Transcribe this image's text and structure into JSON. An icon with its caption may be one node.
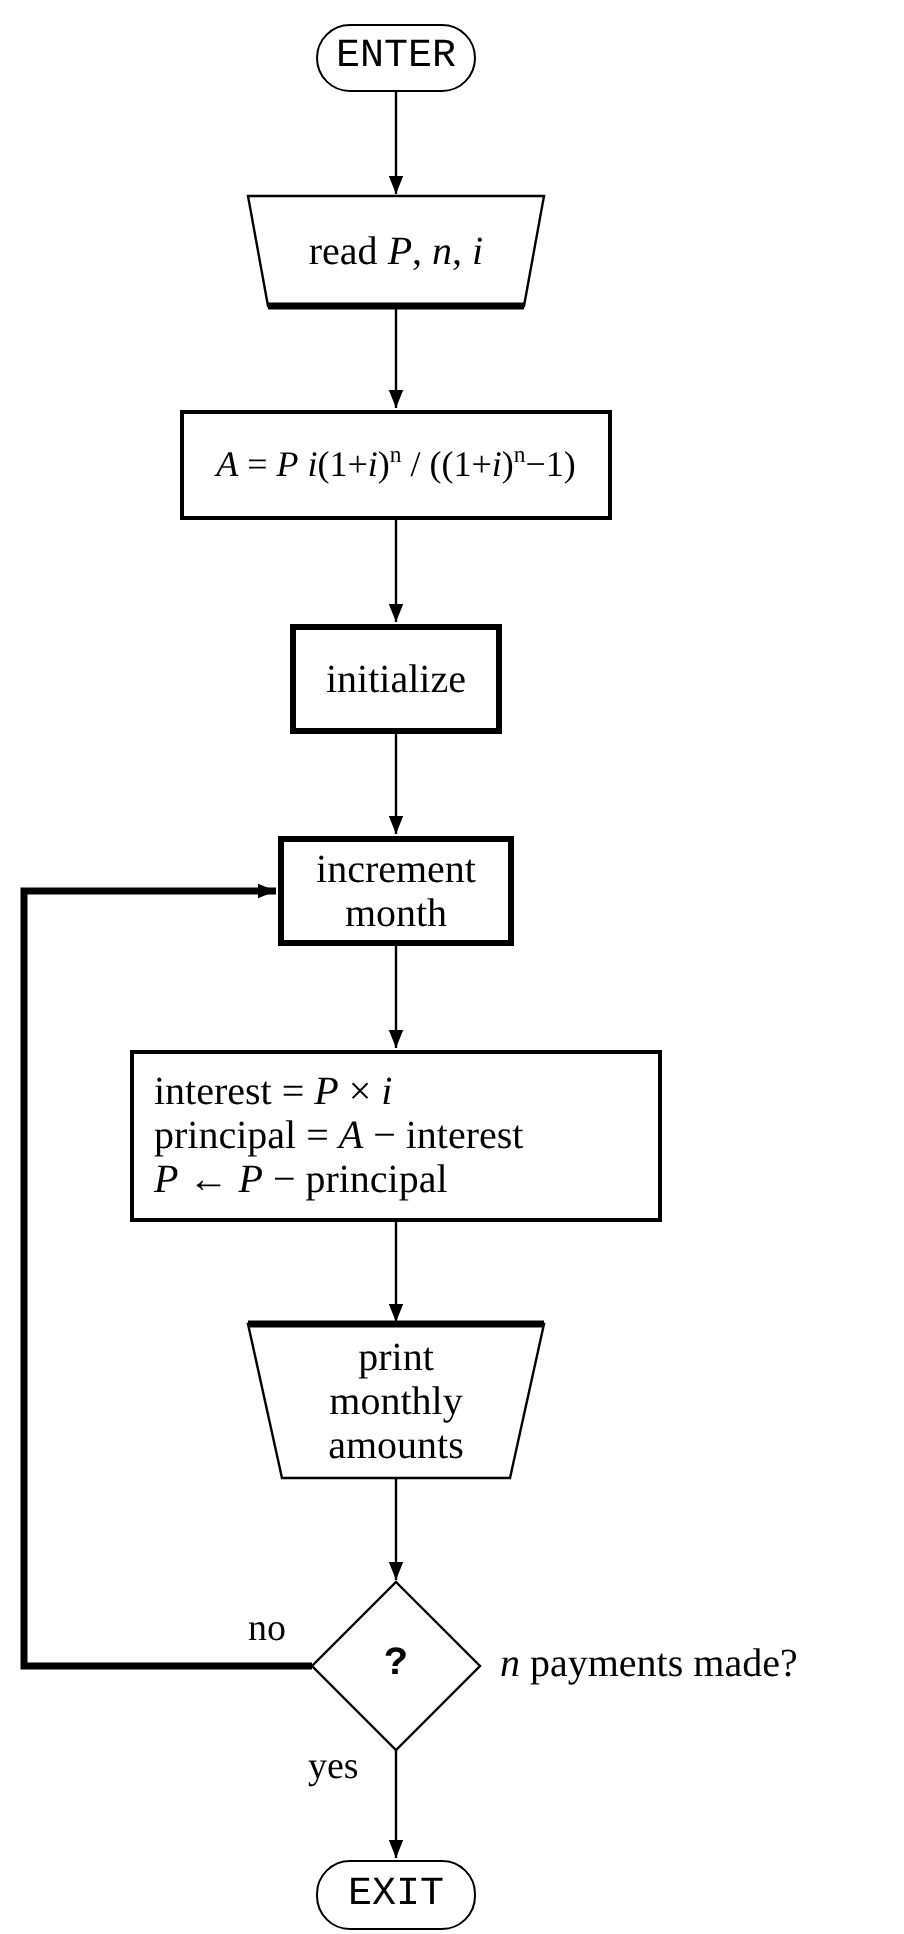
{
  "diagram": {
    "nodes": [
      {
        "text": [
          "ENTER"
        ]
      },
      {
        "text": [
          "read *P*, *n*, *i*"
        ]
      },
      {
        "text": [
          "*A* = *P* *i*(1+*i*)$^{n}$ / ((1+*i*)$^{n}$−1)"
        ]
      },
      {
        "text": [
          "initialize"
        ]
      },
      {
        "text": [
          "increment month"
        ]
      },
      {
        "text": [
          "interest = *P* × *i*",
          "principal = *A* − interest",
          "*P* ← *P* − principal"
        ]
      },
      {
        "text": [
          "print monthly amounts"
        ]
      },
      {
        "text": [
          "?"
        ],
        "beside": [
          "*n* payments made?"
        ]
      },
      {
        "text": [
          "EXIT"
        ]
      }
    ],
    "edges": [
      {
        "from": 0,
        "to": 1,
        "arrow": "to"
      },
      {
        "from": 1,
        "to": 2,
        "arrow": "to"
      },
      {
        "from": 2,
        "to": 3,
        "arrow": "to"
      },
      {
        "from": 3,
        "to": 4,
        "arrow": "to"
      },
      {
        "from": 4,
        "to": 5,
        "arrow": "to"
      },
      {
        "from": 5,
        "to": 6,
        "arrow": "to"
      },
      {
        "from": 6,
        "to": 7,
        "arrow": "to"
      },
      {
        "from": 7,
        "to": 4,
        "arrow": "to",
        "label": "no",
        "style": "thick"
      },
      {
        "from": 7,
        "to": 8,
        "arrow": "to",
        "label": "yes"
      }
    ]
  }
}
